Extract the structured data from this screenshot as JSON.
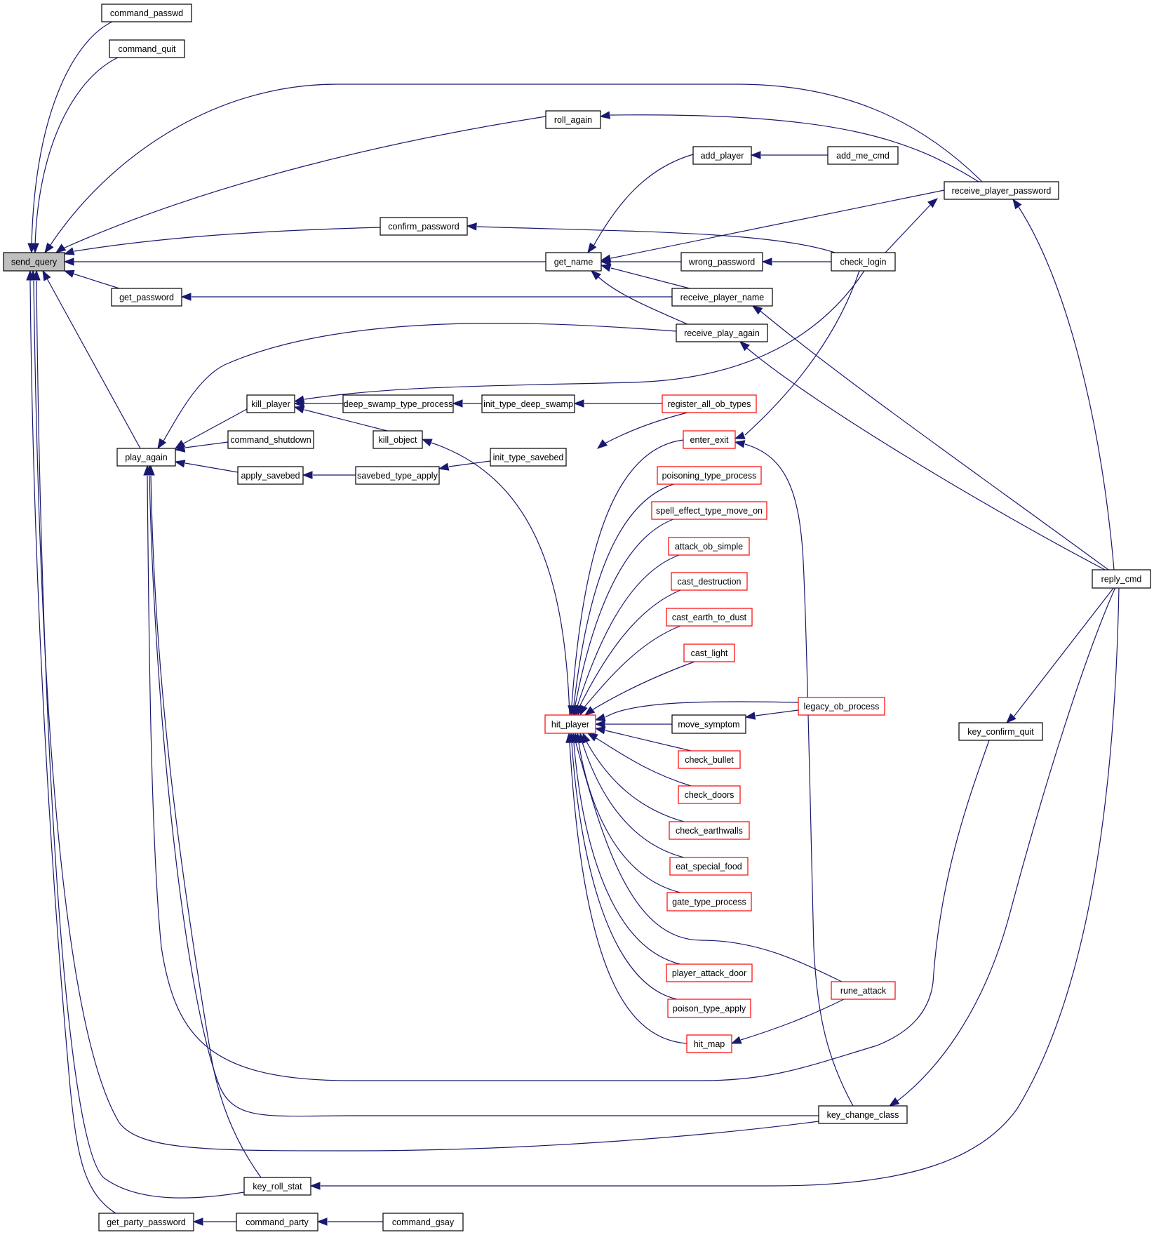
{
  "graph": {
    "title": "send_query caller graph",
    "colors": {
      "edge": "#191970",
      "node_border_normal": "#000000",
      "node_border_truncated": "#ff0000",
      "root_fill": "#bfbfbf",
      "node_fill": "#ffffff"
    },
    "nodes": [
      {
        "id": "send_query",
        "label": "send_query",
        "kind": "root"
      },
      {
        "id": "command_passwd",
        "label": "command_passwd",
        "kind": "normal"
      },
      {
        "id": "command_quit",
        "label": "command_quit",
        "kind": "normal"
      },
      {
        "id": "roll_again",
        "label": "roll_again",
        "kind": "normal"
      },
      {
        "id": "add_player",
        "label": "add_player",
        "kind": "normal"
      },
      {
        "id": "add_me_cmd",
        "label": "add_me_cmd",
        "kind": "normal"
      },
      {
        "id": "receive_player_password",
        "label": "receive_player_password",
        "kind": "normal"
      },
      {
        "id": "confirm_password",
        "label": "confirm_password",
        "kind": "normal"
      },
      {
        "id": "get_name",
        "label": "get_name",
        "kind": "normal"
      },
      {
        "id": "wrong_password",
        "label": "wrong_password",
        "kind": "normal"
      },
      {
        "id": "check_login",
        "label": "check_login",
        "kind": "normal"
      },
      {
        "id": "get_password",
        "label": "get_password",
        "kind": "normal"
      },
      {
        "id": "receive_player_name",
        "label": "receive_player_name",
        "kind": "normal"
      },
      {
        "id": "receive_play_again",
        "label": "receive_play_again",
        "kind": "normal"
      },
      {
        "id": "kill_player",
        "label": "kill_player",
        "kind": "normal"
      },
      {
        "id": "deep_swamp_type_process",
        "label": "deep_swamp_type_process",
        "kind": "normal"
      },
      {
        "id": "init_type_deep_swamp",
        "label": "init_type_deep_swamp",
        "kind": "normal"
      },
      {
        "id": "register_all_ob_types",
        "label": "register_all_ob_types",
        "kind": "truncated"
      },
      {
        "id": "command_shutdown",
        "label": "command_shutdown",
        "kind": "normal"
      },
      {
        "id": "kill_object",
        "label": "kill_object",
        "kind": "normal"
      },
      {
        "id": "enter_exit",
        "label": "enter_exit",
        "kind": "truncated"
      },
      {
        "id": "play_again",
        "label": "play_again",
        "kind": "normal"
      },
      {
        "id": "init_type_savebed",
        "label": "init_type_savebed",
        "kind": "normal"
      },
      {
        "id": "apply_savebed",
        "label": "apply_savebed",
        "kind": "normal"
      },
      {
        "id": "savebed_type_apply",
        "label": "savebed_type_apply",
        "kind": "normal"
      },
      {
        "id": "poisoning_type_process",
        "label": "poisoning_type_process",
        "kind": "truncated"
      },
      {
        "id": "spell_effect_type_move_on",
        "label": "spell_effect_type_move_on",
        "kind": "truncated"
      },
      {
        "id": "attack_ob_simple",
        "label": "attack_ob_simple",
        "kind": "truncated"
      },
      {
        "id": "cast_destruction",
        "label": "cast_destruction",
        "kind": "truncated"
      },
      {
        "id": "reply_cmd",
        "label": "reply_cmd",
        "kind": "normal"
      },
      {
        "id": "cast_earth_to_dust",
        "label": "cast_earth_to_dust",
        "kind": "truncated"
      },
      {
        "id": "cast_light",
        "label": "cast_light",
        "kind": "truncated"
      },
      {
        "id": "legacy_ob_process",
        "label": "legacy_ob_process",
        "kind": "truncated"
      },
      {
        "id": "hit_player",
        "label": "hit_player",
        "kind": "truncated"
      },
      {
        "id": "move_symptom",
        "label": "move_symptom",
        "kind": "normal"
      },
      {
        "id": "key_confirm_quit",
        "label": "key_confirm_quit",
        "kind": "normal"
      },
      {
        "id": "check_bullet",
        "label": "check_bullet",
        "kind": "truncated"
      },
      {
        "id": "check_doors",
        "label": "check_doors",
        "kind": "truncated"
      },
      {
        "id": "check_earthwalls",
        "label": "check_earthwalls",
        "kind": "truncated"
      },
      {
        "id": "eat_special_food",
        "label": "eat_special_food",
        "kind": "truncated"
      },
      {
        "id": "gate_type_process",
        "label": "gate_type_process",
        "kind": "truncated"
      },
      {
        "id": "player_attack_door",
        "label": "player_attack_door",
        "kind": "truncated"
      },
      {
        "id": "rune_attack",
        "label": "rune_attack",
        "kind": "truncated"
      },
      {
        "id": "poison_type_apply",
        "label": "poison_type_apply",
        "kind": "truncated"
      },
      {
        "id": "hit_map",
        "label": "hit_map",
        "kind": "truncated"
      },
      {
        "id": "key_change_class",
        "label": "key_change_class",
        "kind": "normal"
      },
      {
        "id": "key_roll_stat",
        "label": "key_roll_stat",
        "kind": "normal"
      },
      {
        "id": "get_party_password",
        "label": "get_party_password",
        "kind": "normal"
      },
      {
        "id": "command_party",
        "label": "command_party",
        "kind": "normal"
      },
      {
        "id": "command_gsay",
        "label": "command_gsay",
        "kind": "normal"
      }
    ],
    "edges": [
      {
        "from": "command_passwd",
        "to": "send_query"
      },
      {
        "from": "command_quit",
        "to": "send_query"
      },
      {
        "from": "receive_player_password",
        "to": "send_query"
      },
      {
        "from": "roll_again",
        "to": "send_query"
      },
      {
        "from": "confirm_password",
        "to": "send_query"
      },
      {
        "from": "get_name",
        "to": "send_query"
      },
      {
        "from": "get_password",
        "to": "send_query"
      },
      {
        "from": "play_again",
        "to": "send_query"
      },
      {
        "from": "key_change_class",
        "to": "send_query"
      },
      {
        "from": "key_roll_stat",
        "to": "send_query"
      },
      {
        "from": "get_party_password",
        "to": "send_query"
      },
      {
        "from": "receive_player_password",
        "to": "roll_again"
      },
      {
        "from": "add_player",
        "to": "get_name"
      },
      {
        "from": "add_me_cmd",
        "to": "add_player"
      },
      {
        "from": "receive_player_password",
        "to": "get_name"
      },
      {
        "from": "check_login",
        "to": "receive_player_password"
      },
      {
        "from": "reply_cmd",
        "to": "receive_player_password"
      },
      {
        "from": "check_login",
        "to": "confirm_password"
      },
      {
        "from": "wrong_password",
        "to": "get_name"
      },
      {
        "from": "receive_player_name",
        "to": "get_name"
      },
      {
        "from": "receive_play_again",
        "to": "get_name"
      },
      {
        "from": "check_login",
        "to": "wrong_password"
      },
      {
        "from": "receive_player_name",
        "to": "get_password"
      },
      {
        "from": "reply_cmd",
        "to": "receive_player_name"
      },
      {
        "from": "reply_cmd",
        "to": "receive_play_again"
      },
      {
        "from": "receive_play_again",
        "to": "play_again"
      },
      {
        "from": "kill_player",
        "to": "play_again"
      },
      {
        "from": "command_shutdown",
        "to": "play_again"
      },
      {
        "from": "apply_savebed",
        "to": "play_again"
      },
      {
        "from": "key_confirm_quit",
        "to": "play_again"
      },
      {
        "from": "key_change_class",
        "to": "play_again"
      },
      {
        "from": "key_roll_stat",
        "to": "play_again"
      },
      {
        "from": "check_login",
        "to": "kill_player"
      },
      {
        "from": "deep_swamp_type_process",
        "to": "kill_player"
      },
      {
        "from": "kill_object",
        "to": "kill_player"
      },
      {
        "from": "init_type_deep_swamp",
        "to": "deep_swamp_type_process"
      },
      {
        "from": "register_all_ob_types",
        "to": "init_type_deep_swamp"
      },
      {
        "from": "register_all_ob_types",
        "to": "init_type_savebed"
      },
      {
        "from": "hit_player",
        "to": "kill_object"
      },
      {
        "from": "check_login",
        "to": "enter_exit"
      },
      {
        "from": "key_change_class",
        "to": "enter_exit"
      },
      {
        "from": "savebed_type_apply",
        "to": "apply_savebed"
      },
      {
        "from": "init_type_savebed",
        "to": "savebed_type_apply"
      },
      {
        "from": "enter_exit",
        "to": "hit_player"
      },
      {
        "from": "poisoning_type_process",
        "to": "hit_player"
      },
      {
        "from": "spell_effect_type_move_on",
        "to": "hit_player"
      },
      {
        "from": "attack_ob_simple",
        "to": "hit_player"
      },
      {
        "from": "cast_destruction",
        "to": "hit_player"
      },
      {
        "from": "cast_earth_to_dust",
        "to": "hit_player"
      },
      {
        "from": "cast_light",
        "to": "hit_player"
      },
      {
        "from": "legacy_ob_process",
        "to": "hit_player"
      },
      {
        "from": "move_symptom",
        "to": "hit_player"
      },
      {
        "from": "legacy_ob_process",
        "to": "move_symptom"
      },
      {
        "from": "check_bullet",
        "to": "hit_player"
      },
      {
        "from": "check_doors",
        "to": "hit_player"
      },
      {
        "from": "check_earthwalls",
        "to": "hit_player"
      },
      {
        "from": "eat_special_food",
        "to": "hit_player"
      },
      {
        "from": "gate_type_process",
        "to": "hit_player"
      },
      {
        "from": "rune_attack",
        "to": "hit_player"
      },
      {
        "from": "player_attack_door",
        "to": "hit_player"
      },
      {
        "from": "poison_type_apply",
        "to": "hit_player"
      },
      {
        "from": "hit_map",
        "to": "hit_player"
      },
      {
        "from": "rune_attack",
        "to": "hit_map"
      },
      {
        "from": "reply_cmd",
        "to": "key_confirm_quit"
      },
      {
        "from": "reply_cmd",
        "to": "key_change_class"
      },
      {
        "from": "reply_cmd",
        "to": "key_roll_stat"
      },
      {
        "from": "command_party",
        "to": "get_party_password"
      },
      {
        "from": "command_gsay",
        "to": "command_party"
      }
    ]
  }
}
